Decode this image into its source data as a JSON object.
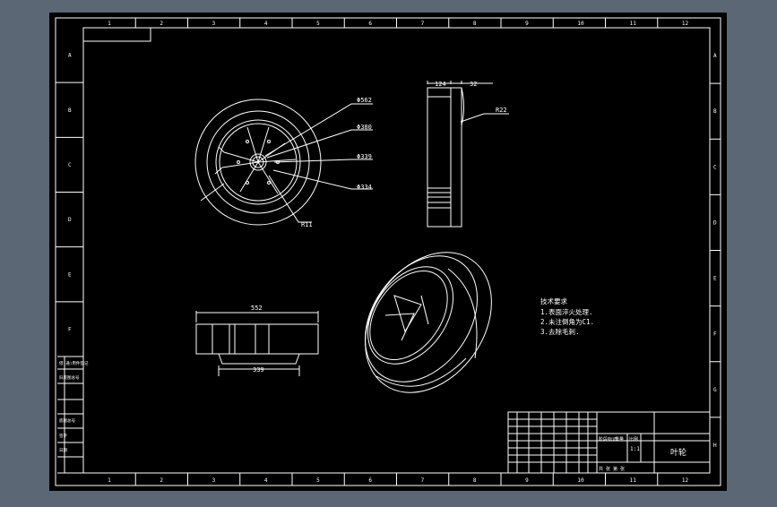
{
  "colors": {
    "background": "#5b6774",
    "paper": "#000000",
    "line": "#ffffff"
  },
  "grid": {
    "top_numbers": [
      "1",
      "2",
      "3",
      "4",
      "5",
      "6",
      "7",
      "8",
      "9",
      "10",
      "11",
      "12"
    ],
    "bottom_numbers": [
      "1",
      "2",
      "3",
      "4",
      "5",
      "6",
      "7",
      "8",
      "9",
      "10",
      "11",
      "12"
    ],
    "left_letters": [
      "A",
      "B",
      "C",
      "D",
      "E",
      "F"
    ],
    "right_letters": [
      "A",
      "B",
      "C",
      "D",
      "E",
      "F",
      "G",
      "H"
    ]
  },
  "front_view": {
    "dims": {
      "d562": "Φ562",
      "d380": "Φ380",
      "d339": "Φ339",
      "d334": "Φ334",
      "r": "R11"
    }
  },
  "side_view": {
    "dims": {
      "w124": "124",
      "w32": "32",
      "r22": "R22"
    }
  },
  "bottom_view": {
    "dims": {
      "w552": "552",
      "w339": "339"
    }
  },
  "tech_notes": {
    "title": "技术要求",
    "items": [
      "1.表面淬火处理.",
      "2.未注倒角为C1.",
      "3.去除毛刺."
    ]
  },
  "title_block": {
    "part_name": "叶轮",
    "scale": "1:1",
    "row_labels": [
      "阶段标记",
      "重量",
      "比例"
    ],
    "footer_left": "共 张 第 张"
  },
  "side_panel": {
    "labels": [
      "借(通)用件登记",
      "旧底图总号",
      "底图总号",
      "签字",
      "日期"
    ]
  }
}
